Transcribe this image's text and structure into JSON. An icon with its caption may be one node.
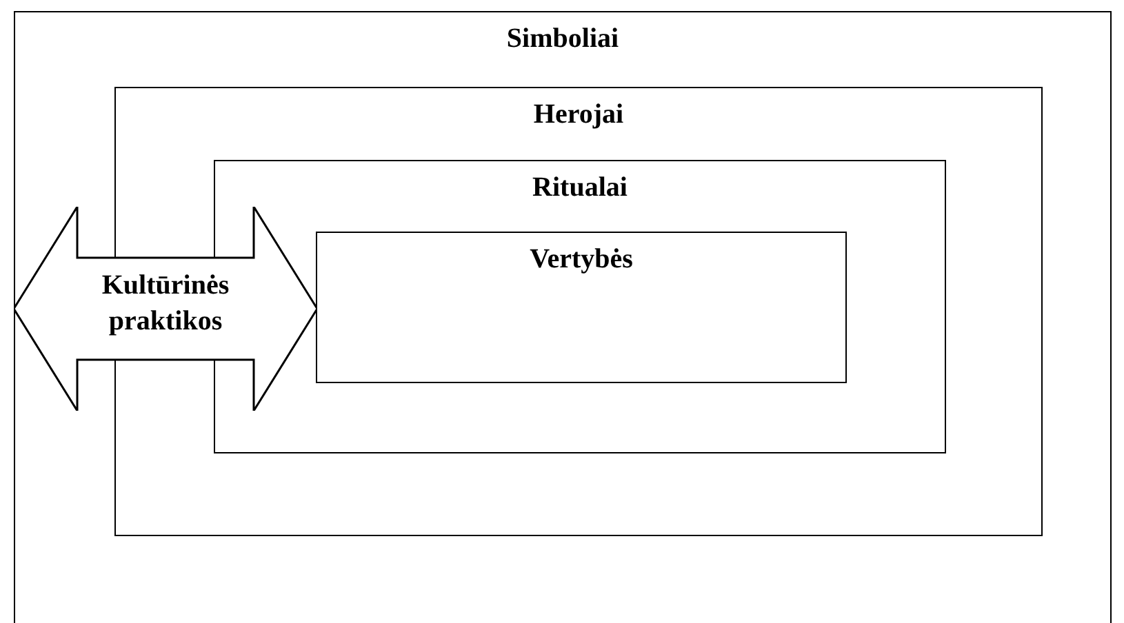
{
  "diagram": {
    "nodes": [
      {
        "text": [
          "Simboliai"
        ]
      },
      {
        "text": [
          "Herojai"
        ],
        "in": 0
      },
      {
        "text": [
          "Ritualai"
        ],
        "in": 1
      },
      {
        "text": [
          "Vertybės"
        ],
        "in": 2
      },
      {
        "text": [
          "Kultūrinės praktikos"
        ],
        "in": 0
      }
    ]
  }
}
